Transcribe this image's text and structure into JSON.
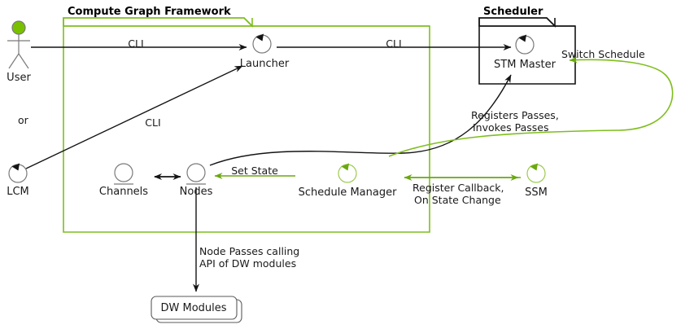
{
  "diagram": {
    "title": "Compute Graph Framework and Scheduler component diagram",
    "type": "uml-component-diagram",
    "colors": {
      "accent_green": "#7FBE1E",
      "dark_green": "#6AA80F",
      "line_black": "#141414",
      "element_stroke": "#808080",
      "actor_head_fill": "#79C000",
      "background": "#FFFFFF"
    }
  },
  "packages": [
    {
      "id": "cgf",
      "label": "Compute Graph Framework",
      "border_color": "#7FBE1E"
    },
    {
      "id": "scheduler",
      "label": "Scheduler",
      "border_color": "#141414"
    }
  ],
  "elements": [
    {
      "id": "user",
      "label": "User",
      "icon": "actor-icon",
      "color": "#79C000"
    },
    {
      "id": "lcm",
      "label": "LCM",
      "icon": "control-icon",
      "color": "#808080"
    },
    {
      "id": "launcher",
      "label": "Launcher",
      "icon": "control-icon",
      "color": "#808080"
    },
    {
      "id": "channels",
      "label": "Channels",
      "icon": "entity-icon",
      "color": "#808080"
    },
    {
      "id": "nodes",
      "label": "Nodes",
      "icon": "entity-icon",
      "color": "#808080"
    },
    {
      "id": "stm-master",
      "label": "STM Master",
      "icon": "control-icon",
      "color": "#808080"
    },
    {
      "id": "schedule-manager",
      "label": "Schedule Manager",
      "icon": "control-icon",
      "color": "#7FBE1E"
    },
    {
      "id": "ssm",
      "label": "SSM",
      "icon": "control-icon",
      "color": "#7FBE1E"
    },
    {
      "id": "dw-modules",
      "label": "DW Modules",
      "icon": "collections-icon",
      "color": "#808080"
    }
  ],
  "standalone_labels": [
    {
      "id": "or-label",
      "text": "or"
    }
  ],
  "edges": [
    {
      "id": "user-launcher",
      "label": "CLI",
      "from": "user",
      "to": "launcher",
      "color": "#141414"
    },
    {
      "id": "launcher-stm",
      "label": "CLI",
      "from": "launcher",
      "to": "stm-master",
      "color": "#141414"
    },
    {
      "id": "lcm-launcher",
      "label": "CLI",
      "from": "lcm",
      "to": "launcher",
      "color": "#141414"
    },
    {
      "id": "channels-nodes",
      "label": "",
      "from": "channels",
      "to": "nodes",
      "color": "#141414"
    },
    {
      "id": "nodes-stm",
      "label": "Registers Passes,\nInvokes Passes",
      "from": "nodes",
      "to": "stm-master",
      "color": "#141414"
    },
    {
      "id": "nodes-dw",
      "label": "Node Passes calling\nAPI of DW modules",
      "from": "nodes",
      "to": "dw-modules",
      "color": "#141414"
    },
    {
      "id": "schedmgr-nodes",
      "label": "Set State",
      "from": "schedule-manager",
      "to": "nodes",
      "color": "#7FBE1E"
    },
    {
      "id": "schedmgr-ssm",
      "label": "Register Callback,\nOn State Change",
      "from": "ssm",
      "to": "schedule-manager",
      "color": "#7FBE1E"
    },
    {
      "id": "ssm-stm",
      "label": "Switch Schedule",
      "from": "ssm",
      "to": "stm-master",
      "color": "#7FBE1E"
    }
  ],
  "edge_labels": {
    "cli_user": "CLI",
    "cli_launcher_stm": "CLI",
    "cli_lcm": "CLI",
    "set_state": "Set State",
    "switch_schedule": "Switch Schedule",
    "registers_passes_line1": "Registers Passes,",
    "registers_passes_line2": "Invokes Passes",
    "register_callback_line1": "Register Callback,",
    "register_callback_line2": "On State Change",
    "node_passes_line1": "Node Passes calling",
    "node_passes_line2": "API of DW modules"
  },
  "names": {
    "user": "User",
    "lcm": "LCM",
    "launcher": "Launcher",
    "channels": "Channels",
    "nodes": "Nodes",
    "stm_master": "STM Master",
    "schedule_manager": "Schedule Manager",
    "ssm": "SSM",
    "dw_modules": "DW Modules",
    "cgf_package": "Compute Graph Framework",
    "scheduler_package": "Scheduler",
    "or": "or"
  }
}
